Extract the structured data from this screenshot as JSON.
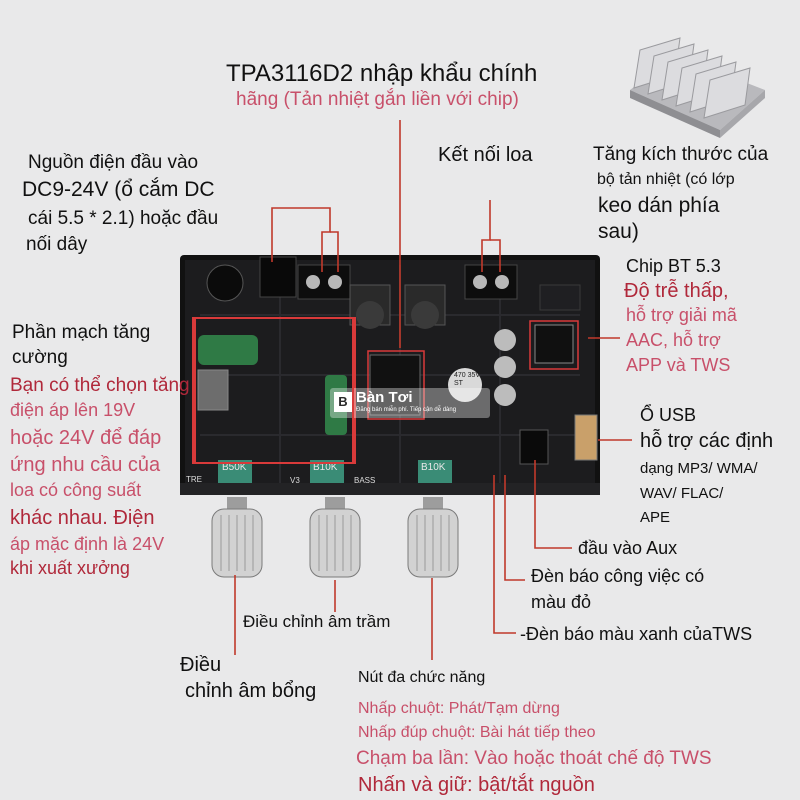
{
  "title": {
    "line1": "TPA3116D2 nhập khẩu chính",
    "line2": "hãng (Tản nhiệt gắn liền với chip)"
  },
  "power_input": {
    "line1": "Nguồn điện đầu vào",
    "line2": "DC9-24V (ổ cắm DC",
    "line3": "cái 5.5 * 2.1) hoặc đầu",
    "line4": "nối dây"
  },
  "speaker": {
    "label": "Kết nối loa"
  },
  "heatsink": {
    "line1": "Tăng kích thước của",
    "line2": "bộ tản nhiệt (có lớp",
    "line3": "keo dán phía",
    "line4": "sau)"
  },
  "bt_chip": {
    "line1": "Chip BT 5.3",
    "line2": "Độ trễ thấp,",
    "line3": "hỗ trợ giải mã",
    "line4": "AAC, hỗ trợ",
    "line5": "APP và TWS"
  },
  "booster": {
    "title1": "Phần mạch tăng",
    "title2": "cường",
    "desc": [
      "Bạn có thể chọn tăng",
      "điện áp lên 19V",
      "hoặc 24V để đáp",
      "ứng nhu cầu của",
      "loa có công suất",
      "khác nhau. Điện",
      "áp mặc định là 24V",
      "khi xuất xưởng"
    ]
  },
  "usb": {
    "line1": "Ổ USB",
    "line2": "hỗ trợ các định",
    "line3": "dạng MP3/ WMA/",
    "line4": "WAV/ FLAC/",
    "line5": "APE"
  },
  "aux": {
    "label": "đầu vào Aux"
  },
  "red_led": {
    "line1": "Đèn báo công việc có",
    "line2": "màu đỏ"
  },
  "blue_led": {
    "label": "-Đèn báo màu xanh củaTWS"
  },
  "bass": {
    "label": "Điều chỉnh âm trầm"
  },
  "treble": {
    "line1": "Điều",
    "line2": "chỉnh âm bổng"
  },
  "multi_button": {
    "title": "Nút đa chức năng",
    "items": [
      "Nhấp chuột: Phát/Tạm dừng",
      "Nhấp đúp chuột: Bài hát tiếp theo",
      "Chạm ba lần: Vào hoặc thoát chế độ TWS",
      "Nhấn và giữ: bật/tắt nguồn"
    ]
  },
  "board": {
    "pot_labels": [
      "B50K",
      "B10K",
      "B10K"
    ],
    "silk_tre": "TRE",
    "silk_bass": "BASS",
    "silk_v3": "V3",
    "cap_text": "470 35V ST"
  },
  "watermark": {
    "logo": "B",
    "name": "Bàn Tơi",
    "slogan": "Đăng bán miễn phí. Tiếp cận dễ dàng"
  },
  "colors": {
    "accent_red": "#b0283a",
    "line_red": "#c0392b",
    "board_dark": "#1a1a1a",
    "pot_green": "#3a8c76"
  }
}
